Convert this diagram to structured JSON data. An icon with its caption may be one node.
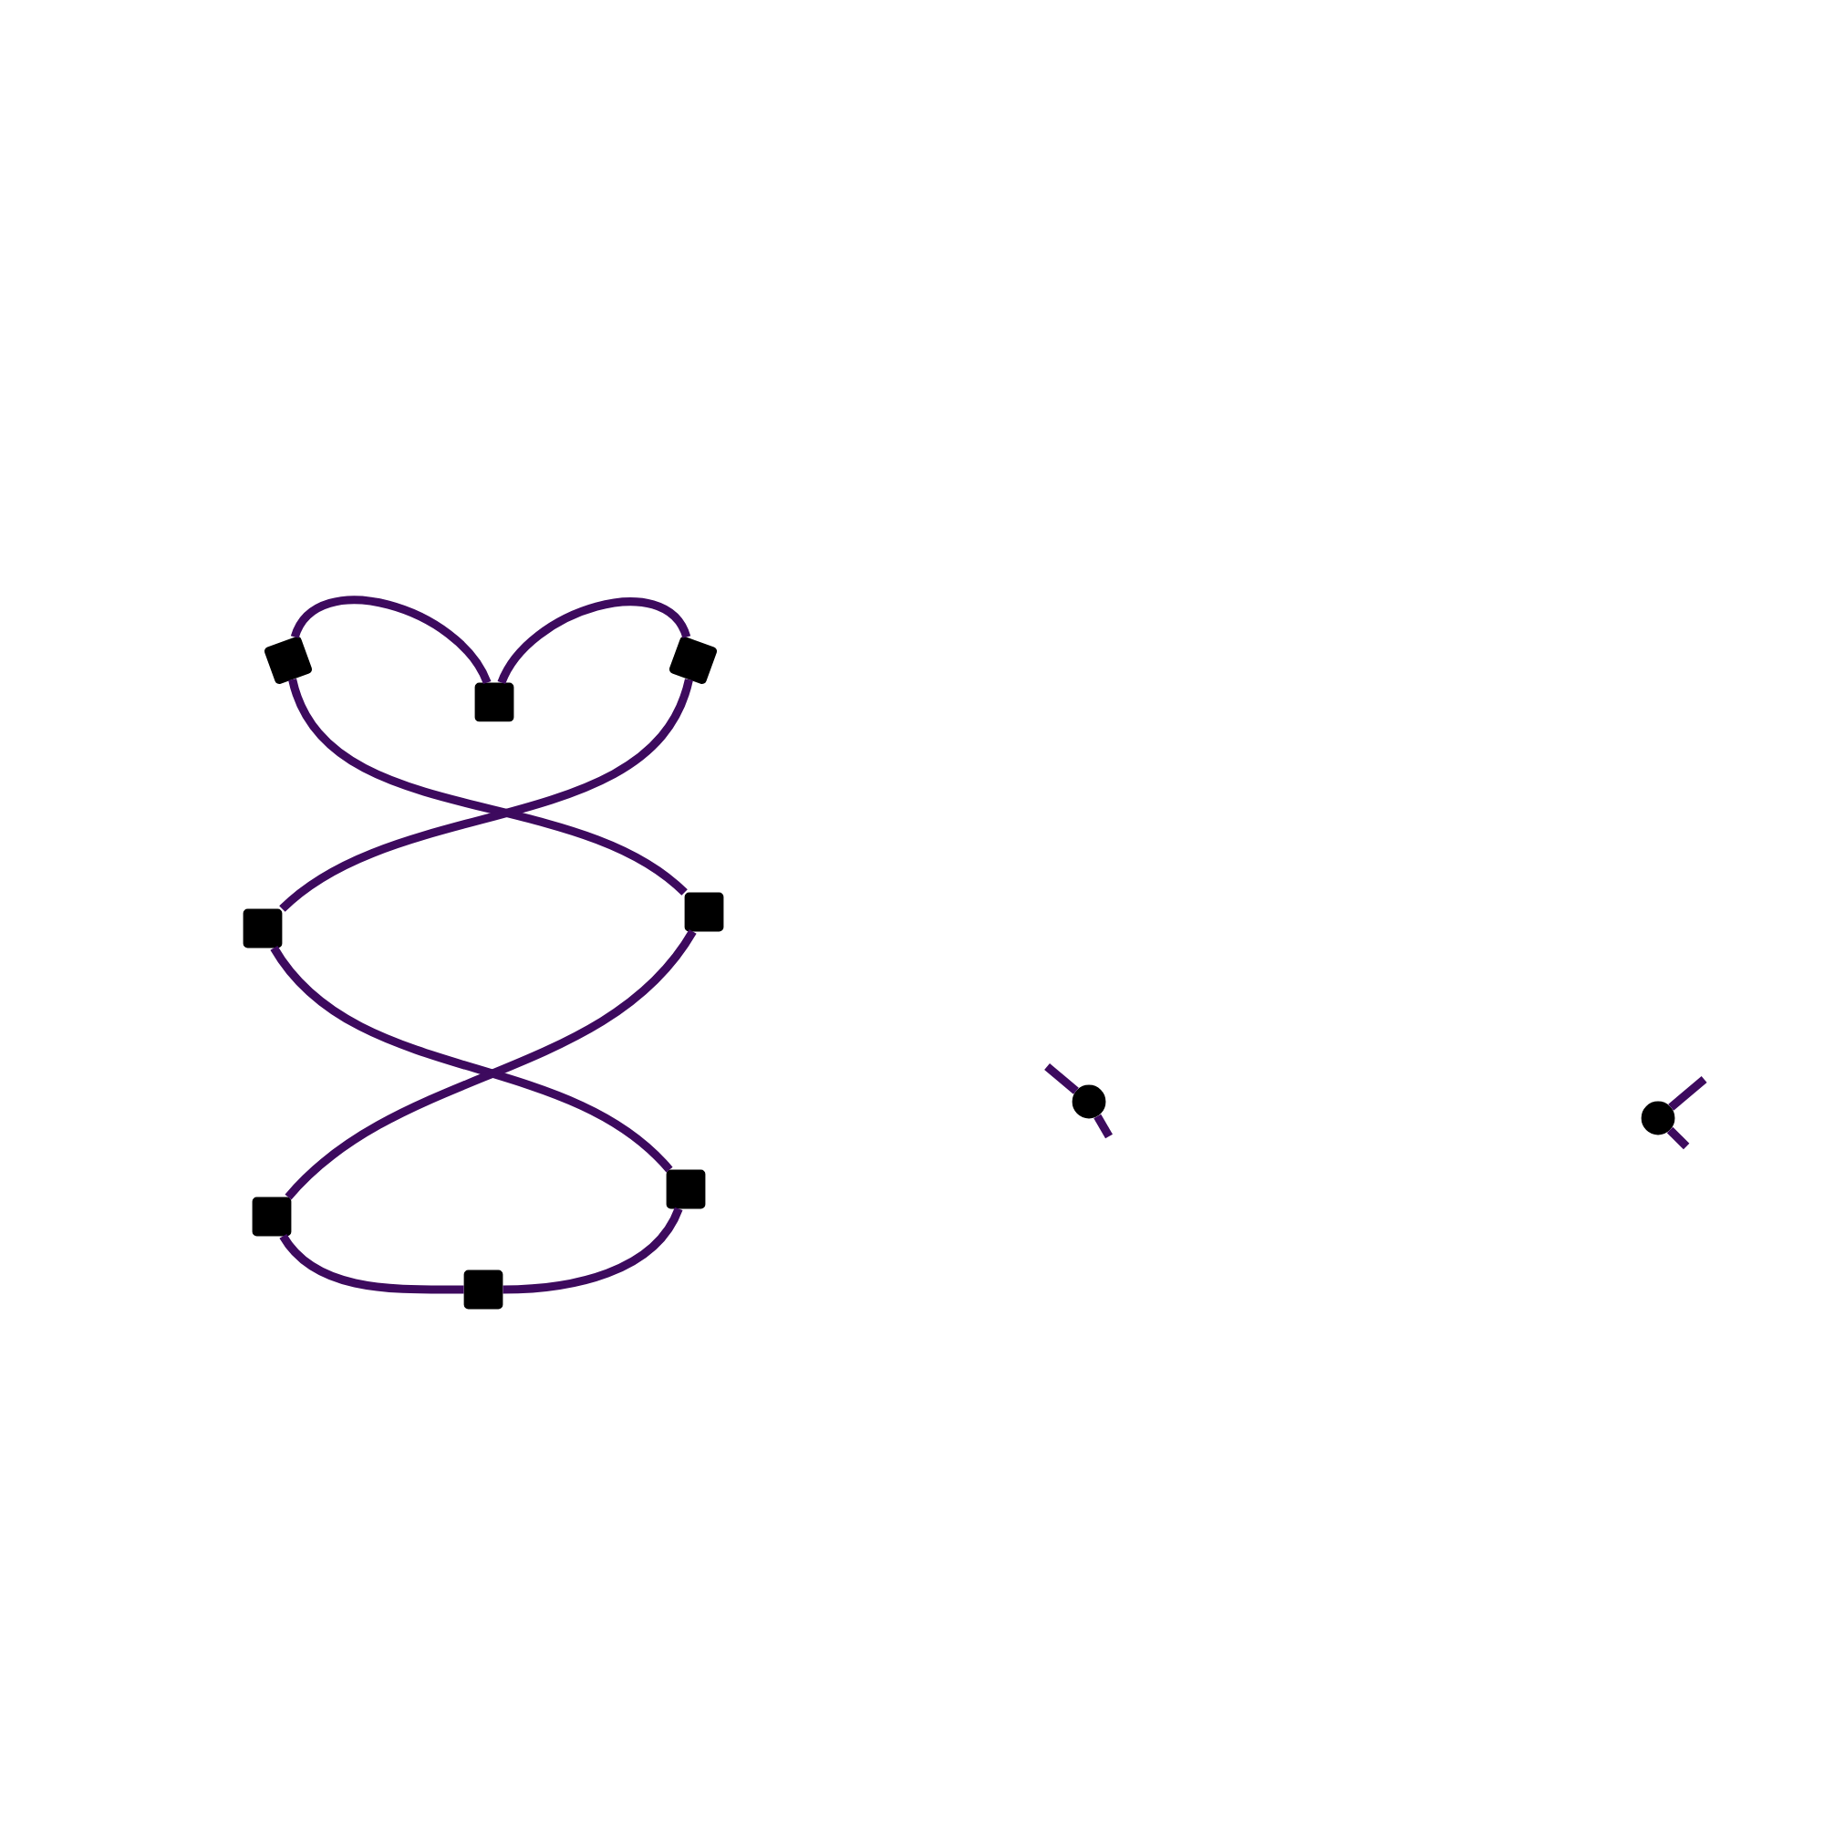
{
  "diagram": {
    "nodes": [
      {
        "text": [],
        "shape": "box"
      },
      {
        "text": [],
        "shape": "box"
      },
      {
        "text": [],
        "shape": "box"
      },
      {
        "text": [],
        "shape": "box"
      },
      {
        "text": [],
        "shape": "box"
      },
      {
        "text": [],
        "shape": "box"
      },
      {
        "text": [],
        "shape": "box"
      },
      {
        "text": [],
        "shape": "box"
      },
      {
        "text": [],
        "shape": "circle"
      },
      {
        "text": [],
        "shape": "circle"
      }
    ],
    "edges": [
      {
        "from": 0,
        "to": 1,
        "arrow": "none"
      },
      {
        "from": 1,
        "to": 2,
        "arrow": "none"
      },
      {
        "from": 0,
        "to": 4,
        "arrow": "none"
      },
      {
        "from": 2,
        "to": 3,
        "arrow": "none"
      },
      {
        "from": 3,
        "to": 6,
        "arrow": "none"
      },
      {
        "from": 4,
        "to": 5,
        "arrow": "none"
      },
      {
        "from": 5,
        "to": 7,
        "arrow": "none"
      },
      {
        "from": 7,
        "to": 6,
        "arrow": "none"
      },
      {
        "from": 8,
        "to": null,
        "arrow": "none"
      },
      {
        "from": 8,
        "to": null,
        "arrow": "none"
      },
      {
        "from": 9,
        "to": null,
        "arrow": "none"
      },
      {
        "from": 9,
        "to": null,
        "arrow": "none"
      }
    ]
  }
}
